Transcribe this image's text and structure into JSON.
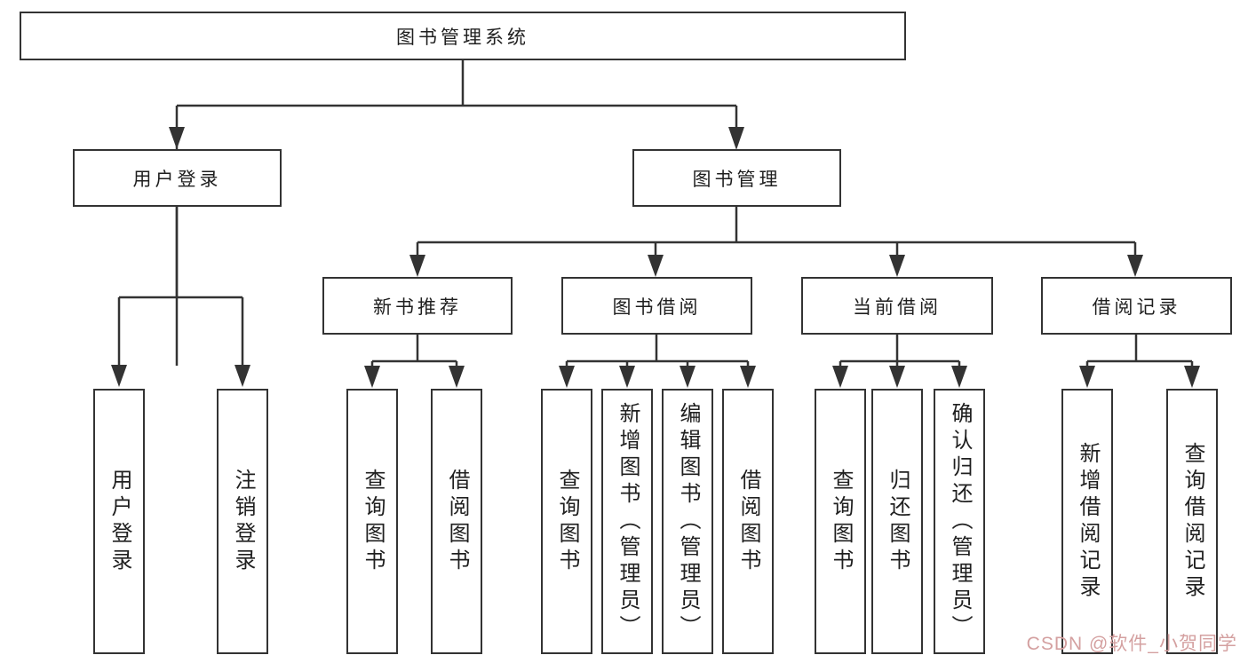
{
  "diagram": {
    "type": "hierarchy-tree",
    "title": "图书管理系统",
    "nodes": {
      "root": {
        "label": "图书管理系统"
      },
      "user_login": {
        "label": "用户登录"
      },
      "book_mgmt": {
        "label": "图书管理"
      },
      "login": {
        "label": "用户登录"
      },
      "logout": {
        "label": "注销登录"
      },
      "new_book_rec": {
        "label": "新书推荐"
      },
      "book_borrow": {
        "label": "图书借阅"
      },
      "current_borrow": {
        "label": "当前借阅"
      },
      "borrow_record": {
        "label": "借阅记录"
      },
      "nb_query": {
        "label": "查询图书"
      },
      "nb_borrow": {
        "label": "借阅图书"
      },
      "bb_query": {
        "label": "查询图书"
      },
      "bb_add": {
        "label": "新增图书（管理员）"
      },
      "bb_edit": {
        "label": "编辑图书（管理员）"
      },
      "bb_borrow": {
        "label": "借阅图书"
      },
      "cb_query": {
        "label": "查询图书"
      },
      "cb_return": {
        "label": "归还图书"
      },
      "cb_confirm": {
        "label": "确认归还（管理员）"
      },
      "br_add": {
        "label": "新增借阅记录"
      },
      "br_query": {
        "label": "查询借阅记录"
      }
    },
    "edges": [
      [
        "root",
        "user_login"
      ],
      [
        "root",
        "book_mgmt"
      ],
      [
        "user_login",
        "login"
      ],
      [
        "user_login",
        "logout"
      ],
      [
        "book_mgmt",
        "new_book_rec"
      ],
      [
        "book_mgmt",
        "book_borrow"
      ],
      [
        "book_mgmt",
        "current_borrow"
      ],
      [
        "book_mgmt",
        "borrow_record"
      ],
      [
        "new_book_rec",
        "nb_query"
      ],
      [
        "new_book_rec",
        "nb_borrow"
      ],
      [
        "book_borrow",
        "bb_query"
      ],
      [
        "book_borrow",
        "bb_add"
      ],
      [
        "book_borrow",
        "bb_edit"
      ],
      [
        "book_borrow",
        "bb_borrow"
      ],
      [
        "current_borrow",
        "cb_query"
      ],
      [
        "current_borrow",
        "cb_return"
      ],
      [
        "current_borrow",
        "cb_confirm"
      ],
      [
        "borrow_record",
        "br_add"
      ],
      [
        "borrow_record",
        "br_query"
      ]
    ],
    "colors": {
      "line": "#333333",
      "box_border": "#333333",
      "box_fill": "#ffffff",
      "text": "#1f1f1f",
      "watermark": "#d4a0a0"
    },
    "watermark": {
      "text": "CSDN @软件_小贺同学"
    }
  }
}
